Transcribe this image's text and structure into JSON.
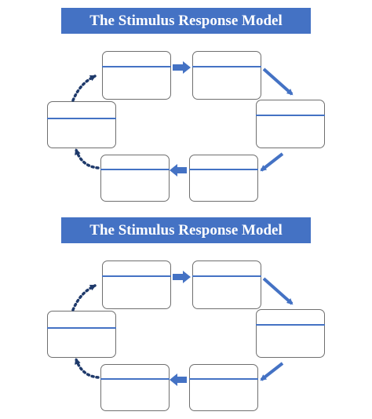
{
  "diagrams": [
    {
      "title": "The Stimulus Response Model",
      "boxes": [
        {
          "id": "top-left",
          "heading": "",
          "body": ""
        },
        {
          "id": "top-right",
          "heading": "",
          "body": ""
        },
        {
          "id": "right",
          "heading": "",
          "body": ""
        },
        {
          "id": "bottom-right",
          "heading": "",
          "body": ""
        },
        {
          "id": "bottom-left",
          "heading": "",
          "body": ""
        },
        {
          "id": "left",
          "heading": "",
          "body": ""
        }
      ]
    },
    {
      "title": "The Stimulus Response Model",
      "boxes": [
        {
          "id": "top-left",
          "heading": "",
          "body": ""
        },
        {
          "id": "top-right",
          "heading": "",
          "body": ""
        },
        {
          "id": "right",
          "heading": "",
          "body": ""
        },
        {
          "id": "bottom-right",
          "heading": "",
          "body": ""
        },
        {
          "id": "bottom-left",
          "heading": "",
          "body": ""
        },
        {
          "id": "left",
          "heading": "",
          "body": ""
        }
      ]
    }
  ],
  "colors": {
    "accent": "#4472c4",
    "arrow_solid": "#4472c4",
    "arrow_dotted": "#1f3a6b",
    "box_border": "#6f6f6f"
  }
}
